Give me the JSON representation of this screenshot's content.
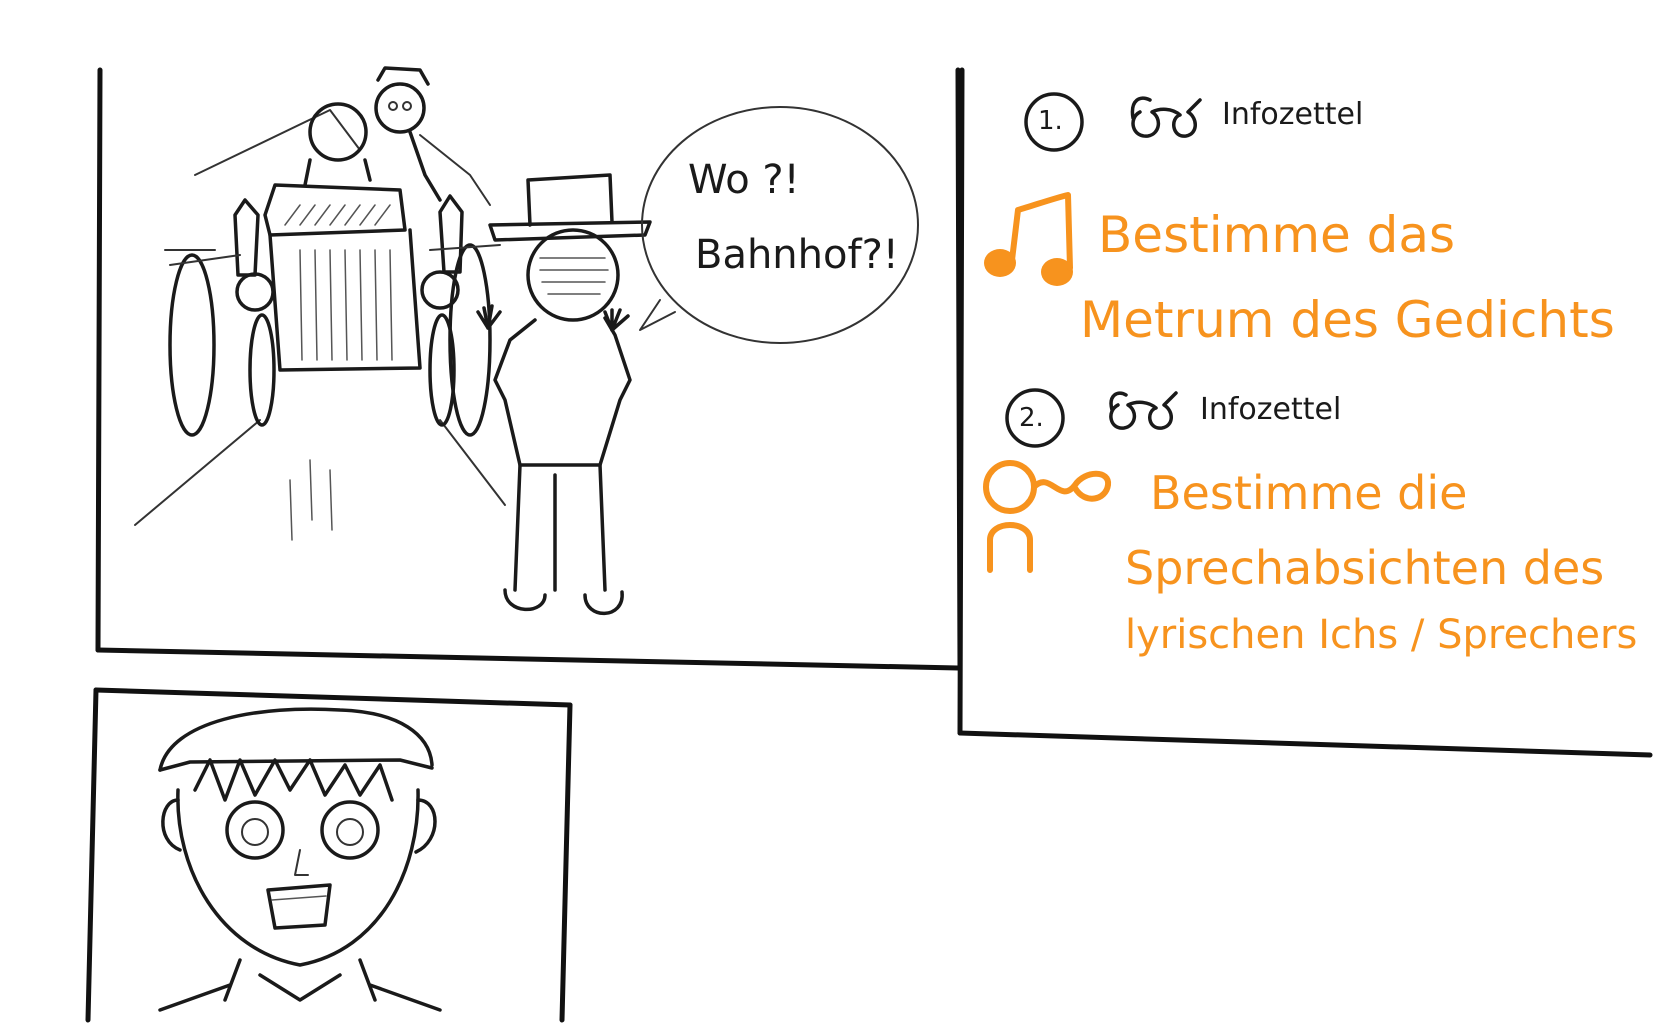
{
  "speech_bubble": {
    "line1": "Wo ?!",
    "line2": "Bahnhof?!"
  },
  "tasks": [
    {
      "number": "1.",
      "resource_label": "Infozettel",
      "instruction_line1": "Bestimme das",
      "instruction_line2": "Metrum des Gedichts"
    },
    {
      "number": "2.",
      "resource_label": "Infozettel",
      "instruction_line1": "Bestimme die",
      "instruction_line2": "Sprechabsichten des",
      "instruction_line3": "lyrischen Ichs / Sprechers"
    }
  ],
  "colors": {
    "ink": "#1a1a1a",
    "accent": "#f7931e"
  },
  "icons": {
    "glasses": "glasses-icon",
    "music_note": "music-note-icon",
    "speaker": "speaker-person-icon"
  }
}
